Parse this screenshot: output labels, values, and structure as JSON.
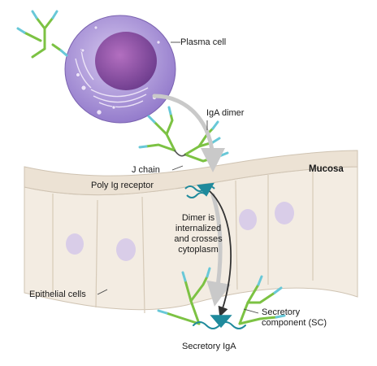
{
  "labels": {
    "plasma_cell": "Plasma cell",
    "iga_dimer": "IgA dimer",
    "mucosa": "Mucosa",
    "j_chain": "J chain",
    "poly_ig_receptor": "Poly Ig receptor",
    "dimer_internalized": [
      "Dimer is",
      "internalized",
      "and crosses",
      "cytoplasm"
    ],
    "epithelial_cells": "Epithelial cells",
    "secretory_component": [
      "Secretory",
      "component (SC)"
    ],
    "secretory_iga": "Secretory IgA"
  },
  "colors": {
    "cell_body": "#a78fd6",
    "nucleus": "#7a4a9a",
    "antibody_green": "#7cc243",
    "antibody_cyan": "#68c8d8",
    "receptor_teal": "#1f8a9c",
    "epithelium": "#f3ece2",
    "arrow_gray": "#c9c9c9",
    "arrow_dark": "#333333"
  }
}
